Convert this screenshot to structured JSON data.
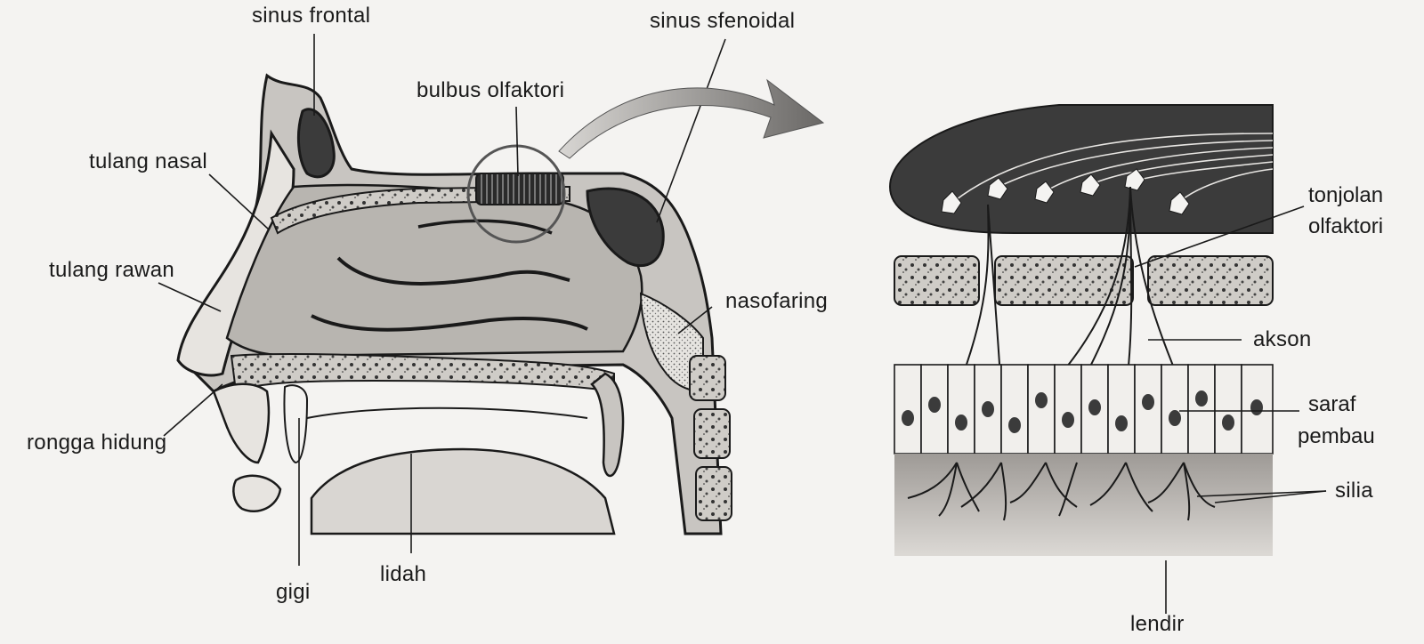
{
  "figure": {
    "left_panel": {
      "labels": {
        "sinus_frontal": "sinus frontal",
        "sinus_sfenoidal": "sinus sfenoidal",
        "bulbus_olfaktori": "bulbus olfaktori",
        "tulang_nasal": "tulang nasal",
        "tulang_rawan": "tulang rawan",
        "nasofaring": "nasofaring",
        "rongga_hidung": "rongga hidung",
        "gigi": "gigi",
        "lidah": "lidah"
      }
    },
    "right_panel": {
      "labels": {
        "tonjolan_olfaktori_line1": "tonjolan",
        "tonjolan_olfaktori_line2": "olfaktori",
        "akson": "akson",
        "saraf_pembau_line1": "saraf",
        "saraf_pembau_line2": "pembau",
        "silia": "silia",
        "lendir": "lendir"
      }
    },
    "colors": {
      "background": "#f4f3f1",
      "ink": "#1a1a1a",
      "tissue_light": "#d9d6d2",
      "tissue_mid": "#a9a6a2",
      "tissue_dark": "#3b3b3b",
      "cell_fill": "#f1efec"
    }
  }
}
